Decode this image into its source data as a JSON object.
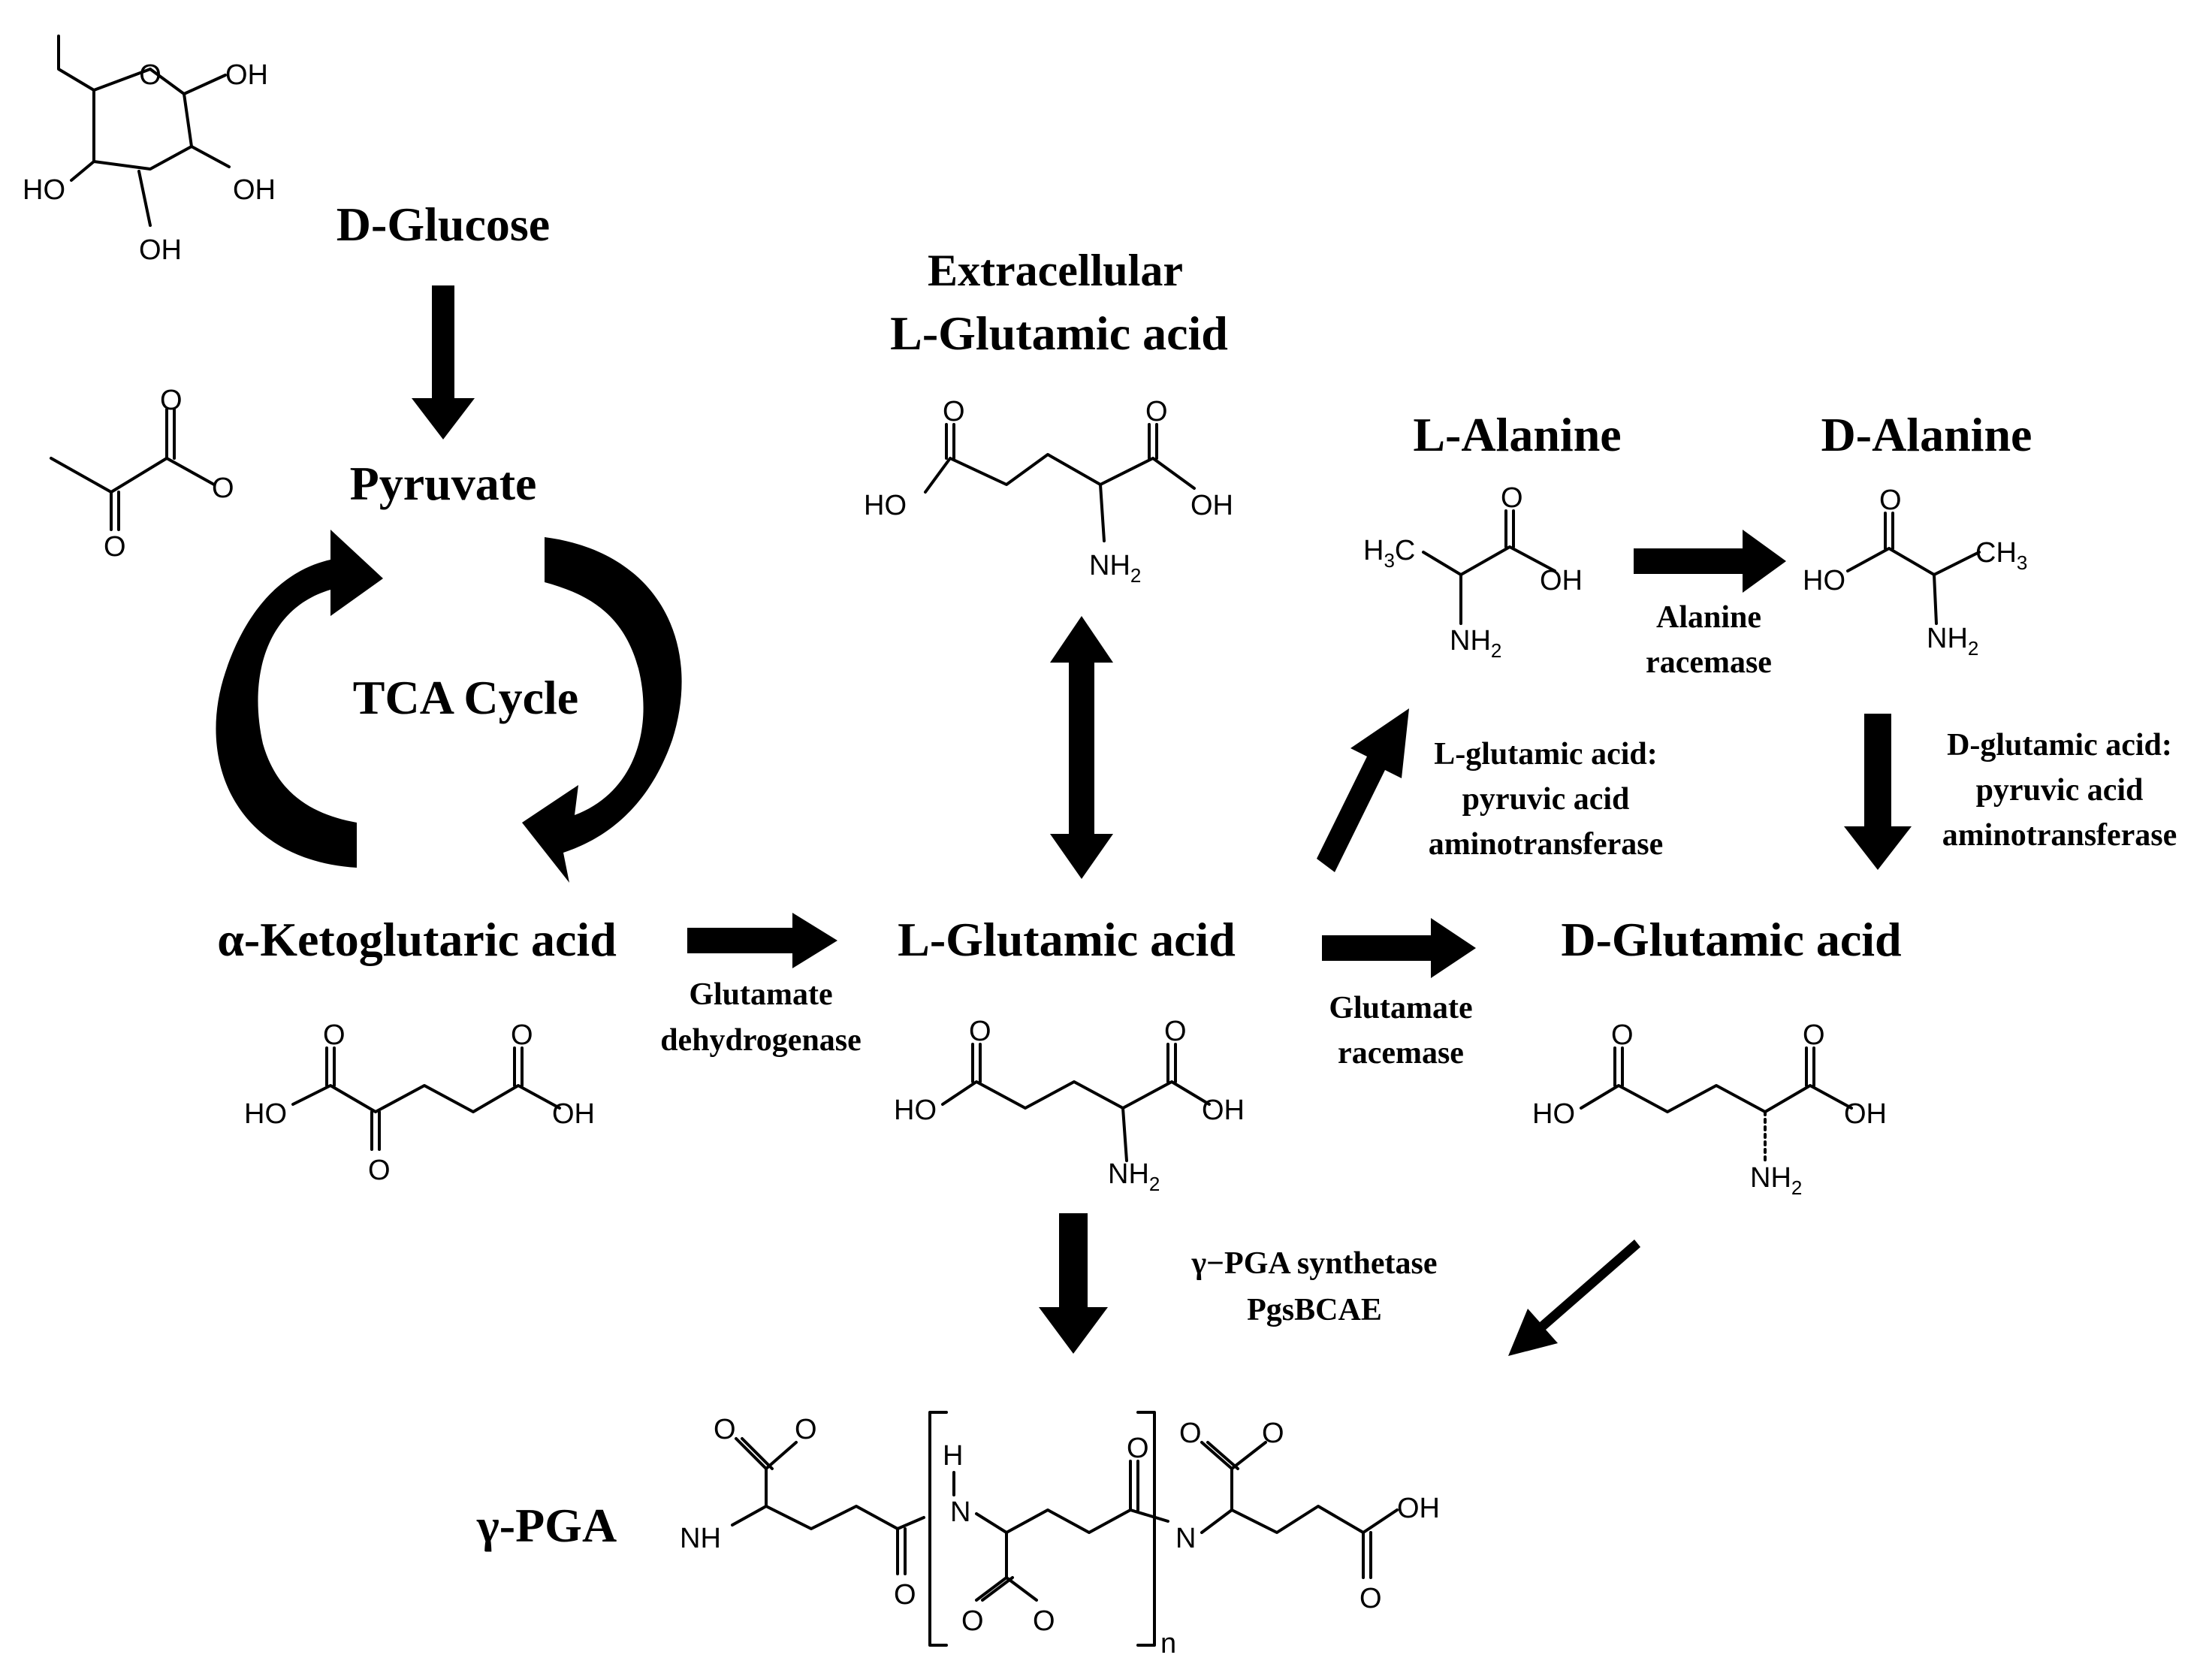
{
  "compounds": {
    "glucose": "D-Glucose",
    "pyruvate": "Pyruvate",
    "tca_cycle": "TCA Cycle",
    "akg": "α-Ketoglutaric acid",
    "extracellular_line1": "Extracellular",
    "extracellular_line2": "L-Glutamic acid",
    "l_glutamic": "L-Glutamic acid",
    "d_glutamic": "D-Glutamic acid",
    "l_alanine": "L-Alanine",
    "d_alanine": "D-Alanine",
    "pga": "γ-PGA"
  },
  "enzymes": {
    "gdh_1": "Glutamate",
    "gdh_2": "dehydrogenase",
    "glu_racemase_1": "Glutamate",
    "glu_racemase_2": "racemase",
    "ala_racemase_1": "Alanine",
    "ala_racemase_2": "racemase",
    "l_transaminase_1": "L-glutamic acid:",
    "l_transaminase_2": "pyruvic acid",
    "l_transaminase_3": "aminotransferase",
    "d_transaminase_1": "D-glutamic acid:",
    "d_transaminase_2": "pyruvic acid",
    "d_transaminase_3": "aminotransferase",
    "pga_synthetase_1": "γ−PGA synthetase",
    "pga_synthetase_2": "PgsBCAE"
  },
  "atoms": {
    "oh": "OH",
    "ho": "HO",
    "o": "O",
    "nh2": "NH",
    "sub2": "2",
    "h3c": "H",
    "ch3": "CH",
    "sub3": "3",
    "h": "H",
    "n": "N",
    "n_sub": "n"
  }
}
